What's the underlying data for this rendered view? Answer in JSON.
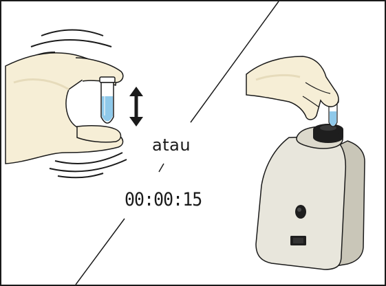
{
  "diagram": {
    "separator_label": "atau",
    "timer_display": "00:00:15",
    "colors": {
      "border": "#1a1a1a",
      "glove": "#f6eed6",
      "glove_shadow": "#e6dbbb",
      "tube_liquid": "#8fc9ea",
      "vortex_body": "#e8e6dc",
      "vortex_shadow": "#c9c6b8",
      "vortex_dark": "#1e1e1e"
    },
    "icons": {
      "left_panel": "hand-shaking-tube",
      "arrow": "double-vertical-arrow-icon",
      "right_panel": "vortex-mixer-with-tube"
    }
  }
}
